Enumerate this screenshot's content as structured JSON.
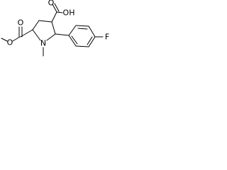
{
  "molecule": {
    "atoms": {
      "O_methoxy": "O",
      "O_carbonyl_left": "O",
      "N": "N",
      "O_carbonyl_right": "O",
      "OH": "OH",
      "F": "F"
    }
  }
}
